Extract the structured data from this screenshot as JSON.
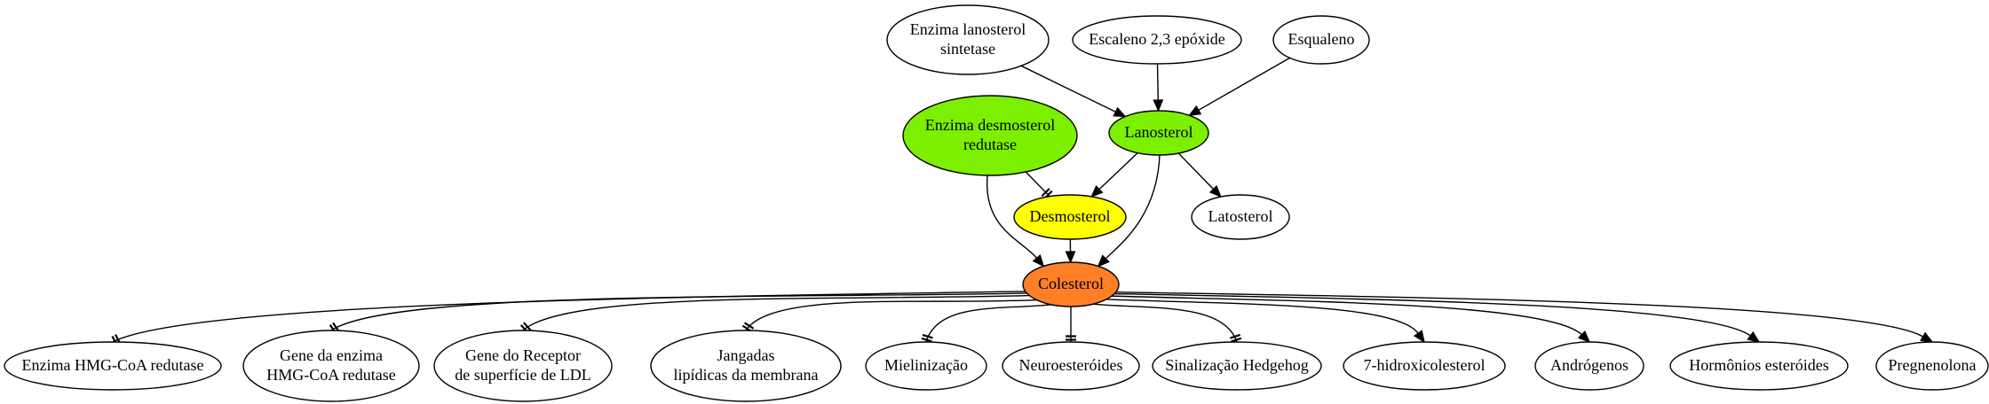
{
  "colors": {
    "green": "#7cf000",
    "yellow": "#ffff00",
    "orange": "#ff7f27",
    "white": "#ffffff"
  },
  "nodes": {
    "enzima_lanosterol_sintetase": {
      "lines": [
        "Enzima lanosterol",
        "sintetase"
      ],
      "fill": "white"
    },
    "escaleno_epoxide": {
      "lines": [
        "Escaleno 2,3 epóxide"
      ],
      "fill": "white"
    },
    "esqualeno": {
      "lines": [
        "Esqualeno"
      ],
      "fill": "white"
    },
    "enzima_desmosterol_redutase": {
      "lines": [
        "Enzima desmosterol",
        "redutase"
      ],
      "fill": "green"
    },
    "lanosterol": {
      "lines": [
        "Lanosterol"
      ],
      "fill": "green"
    },
    "desmosterol": {
      "lines": [
        "Desmosterol"
      ],
      "fill": "yellow"
    },
    "latosterol": {
      "lines": [
        "Latosterol"
      ],
      "fill": "white"
    },
    "colesterol": {
      "lines": [
        "Colesterol"
      ],
      "fill": "orange"
    },
    "enzima_hmg_coa_redutase": {
      "lines": [
        "Enzima HMG-CoA redutase"
      ],
      "fill": "white"
    },
    "gene_enzima_hmg_coa": {
      "lines": [
        "Gene da enzima",
        "HMG-CoA redutase"
      ],
      "fill": "white"
    },
    "gene_receptor_ldl": {
      "lines": [
        "Gene do Receptor",
        "de superfície de LDL"
      ],
      "fill": "white"
    },
    "jangadas_lipidicas": {
      "lines": [
        "Jangadas",
        "lipídicas da membrana"
      ],
      "fill": "white"
    },
    "mielinizacao": {
      "lines": [
        "Mielinização"
      ],
      "fill": "white"
    },
    "neuroesteroides": {
      "lines": [
        "Neuroesteróides"
      ],
      "fill": "white"
    },
    "sinalizacao_hedgehog": {
      "lines": [
        "Sinalização Hedgehog"
      ],
      "fill": "white"
    },
    "hidroxicolesterol": {
      "lines": [
        "7-hidroxicolesterol"
      ],
      "fill": "white"
    },
    "androgenos": {
      "lines": [
        "Andrógenos"
      ],
      "fill": "white"
    },
    "hormonios_esteroides": {
      "lines": [
        "Hormônios esteróides"
      ],
      "fill": "white"
    },
    "pregnenolona": {
      "lines": [
        "Pregnenolona"
      ],
      "fill": "white"
    }
  },
  "edges": [
    {
      "from": "enzima_lanosterol_sintetase",
      "to": "lanosterol",
      "type": "activates"
    },
    {
      "from": "escaleno_epoxide",
      "to": "lanosterol",
      "type": "activates"
    },
    {
      "from": "esqualeno",
      "to": "lanosterol",
      "type": "activates"
    },
    {
      "from": "enzima_desmosterol_redutase",
      "to": "desmosterol",
      "type": "inhibits"
    },
    {
      "from": "enzima_desmosterol_redutase",
      "to": "colesterol",
      "type": "activates"
    },
    {
      "from": "lanosterol",
      "to": "desmosterol",
      "type": "activates"
    },
    {
      "from": "lanosterol",
      "to": "latosterol",
      "type": "activates"
    },
    {
      "from": "lanosterol",
      "to": "colesterol",
      "type": "activates"
    },
    {
      "from": "desmosterol",
      "to": "colesterol",
      "type": "activates"
    },
    {
      "from": "colesterol",
      "to": "enzima_hmg_coa_redutase",
      "type": "inhibits"
    },
    {
      "from": "colesterol",
      "to": "gene_enzima_hmg_coa",
      "type": "inhibits"
    },
    {
      "from": "colesterol",
      "to": "gene_receptor_ldl",
      "type": "inhibits"
    },
    {
      "from": "colesterol",
      "to": "jangadas_lipidicas",
      "type": "inhibits"
    },
    {
      "from": "colesterol",
      "to": "mielinizacao",
      "type": "inhibits"
    },
    {
      "from": "colesterol",
      "to": "neuroesteroides",
      "type": "inhibits"
    },
    {
      "from": "colesterol",
      "to": "sinalizacao_hedgehog",
      "type": "inhibits"
    },
    {
      "from": "colesterol",
      "to": "hidroxicolesterol",
      "type": "activates"
    },
    {
      "from": "colesterol",
      "to": "androgenos",
      "type": "activates"
    },
    {
      "from": "colesterol",
      "to": "hormonios_esteroides",
      "type": "activates"
    },
    {
      "from": "colesterol",
      "to": "pregnenolona",
      "type": "activates"
    }
  ]
}
